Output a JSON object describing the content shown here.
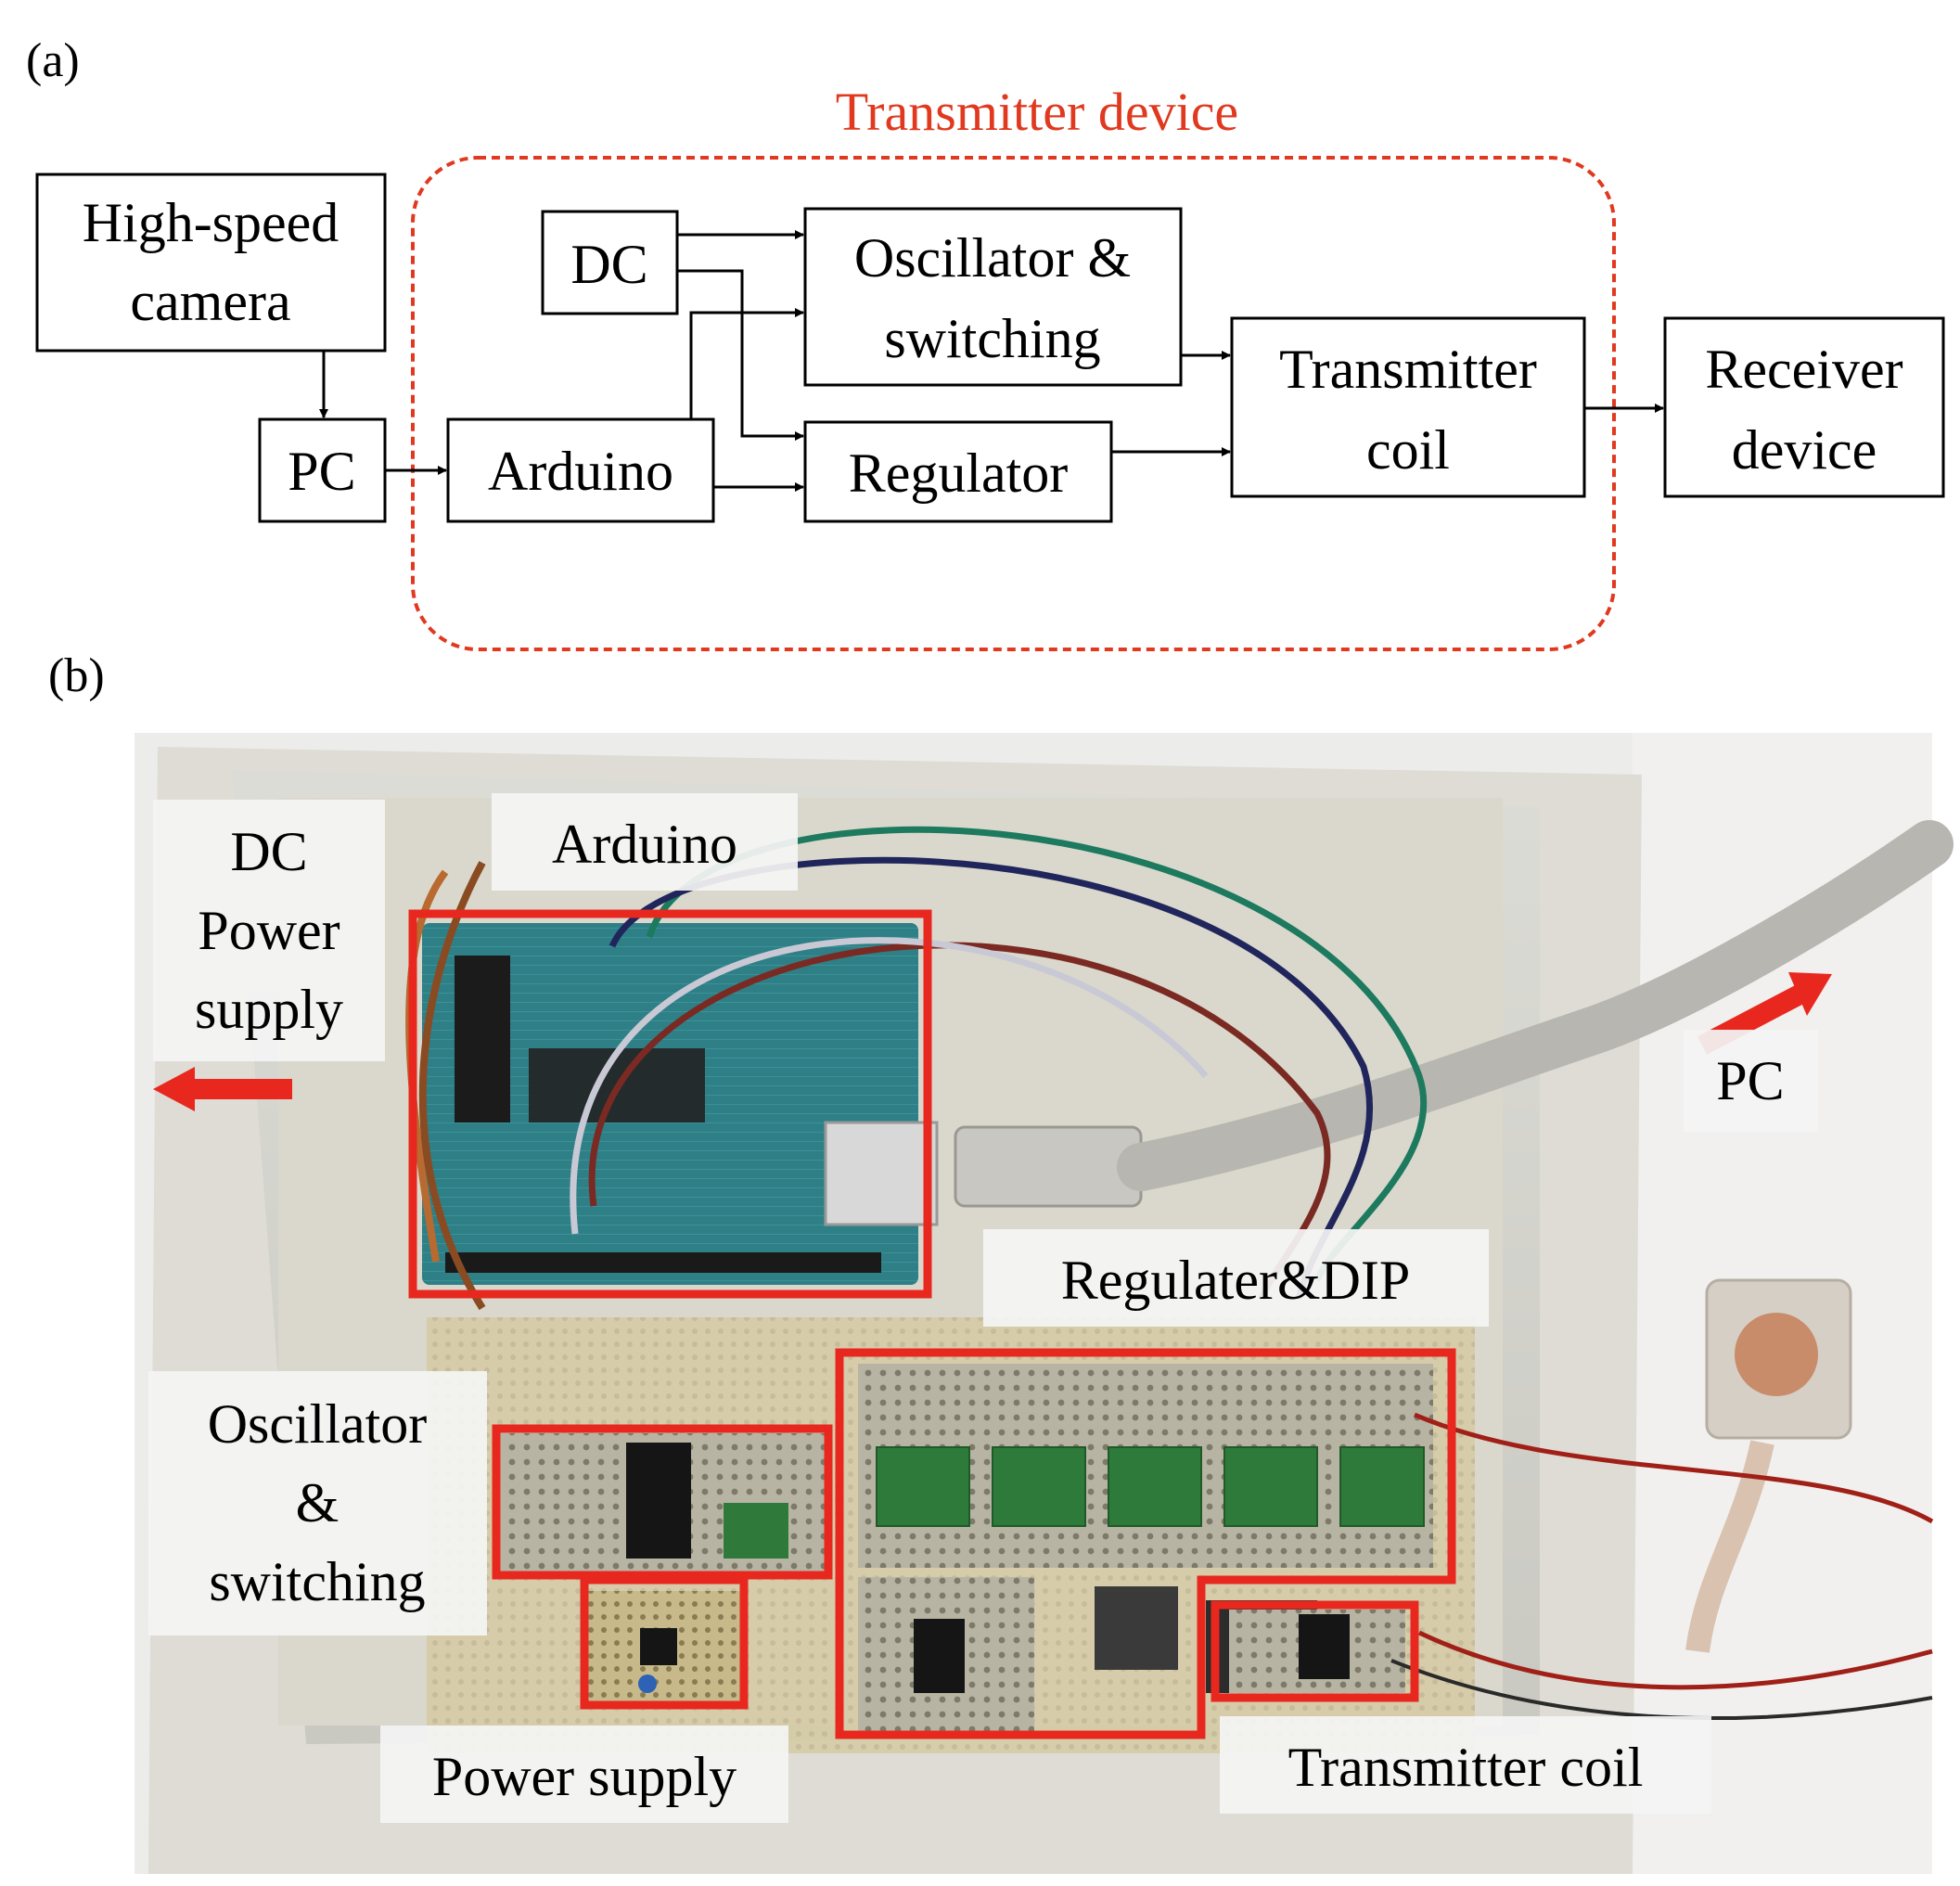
{
  "panel_a": {
    "label": "(a)",
    "group_title": "Transmitter device",
    "blocks": {
      "camera": [
        "High-speed",
        "camera"
      ],
      "pc": "PC",
      "arduino": "Arduino",
      "dc": "DC",
      "oscillator": [
        "Oscillator &",
        "switching"
      ],
      "regulator": "Regulator",
      "transmitter_coil": [
        "Transmitter",
        "coil"
      ],
      "receiver": [
        "Receiver",
        "device"
      ]
    }
  },
  "panel_b": {
    "label": "(b)",
    "labels": {
      "dc_power": [
        "DC",
        "Power",
        "supply"
      ],
      "arduino": "Arduino",
      "pc": "PC",
      "regulator_dip": "Regulater&DIP",
      "oscillator": [
        "Oscillator",
        "&",
        "switching"
      ],
      "power_supply": "Power supply",
      "transmitter_coil": "Transmitter coil"
    }
  },
  "colors": {
    "accent_red": "#e8281e",
    "dashed_red": "#e0391f",
    "box_stroke": "#000000"
  }
}
